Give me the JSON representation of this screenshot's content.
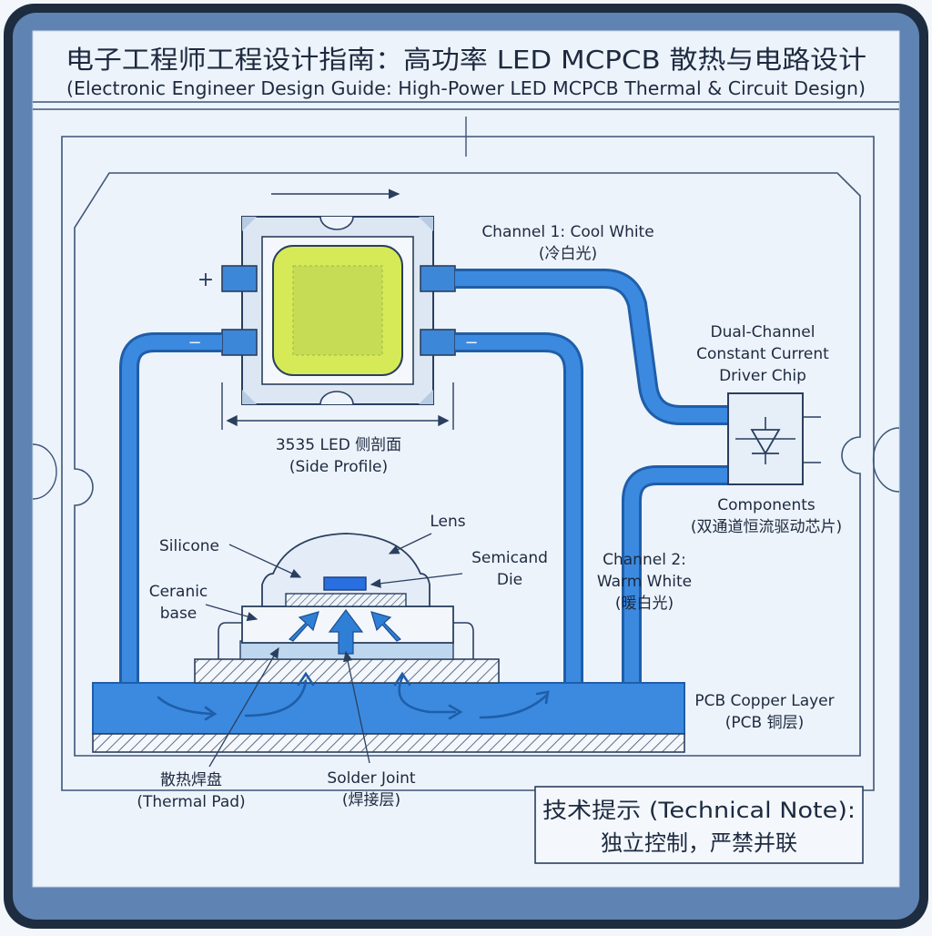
{
  "header": {
    "title_cn": "电子工程师工程设计指南：高功率 LED MCPCB 散热与电路设计",
    "title_en": "(Electronic Engineer Design Guide: High-Power LED MCPCB Thermal & Circuit Design)"
  },
  "led_top": {
    "plus_sign": "+",
    "minus_left": "−",
    "minus_right": "−",
    "dimension_label": "3535 LED 侧剖面",
    "dimension_sub": "(Side Profile)"
  },
  "channels": {
    "ch1_line1": "Channel 1: Cool White",
    "ch1_line2": "(冷白光)",
    "ch2_line1": "Channel 2:",
    "ch2_line2": "Warm White",
    "ch2_line3": "(暖白光)"
  },
  "driver": {
    "line1": "Dual-Channel",
    "line2": "Constant Current",
    "line3": "Driver Chip",
    "components_en": "Components",
    "components_cn": "(双通道恒流驱动芯片)"
  },
  "cross_section": {
    "lens": "Lens",
    "silicone": "Silicone",
    "semi_line1": "Semicand",
    "semi_line2": "Die",
    "ceramic_line1": "Ceranic",
    "ceramic_line2": "base",
    "pcb_en": "PCB Copper Layer",
    "pcb_cn": "(PCB 铜层)",
    "thermal_cn": "散热焊盘",
    "thermal_en": "(Thermal Pad)",
    "solder_en": "Solder Joint",
    "solder_cn": "(焊接层)"
  },
  "note": {
    "line1": "技术提示 (Technical Note):",
    "line2": "独立控制，严禁并联"
  },
  "colors": {
    "frame_dark": "#1e2c3f",
    "frame_blue": "#5f83b3",
    "paper": "#edf3fa",
    "trace_blue": "#2f7fd6",
    "line_dark": "#2a3f5f",
    "led_yellow": "#d6ea58",
    "die_blue": "#2a6fe0"
  }
}
